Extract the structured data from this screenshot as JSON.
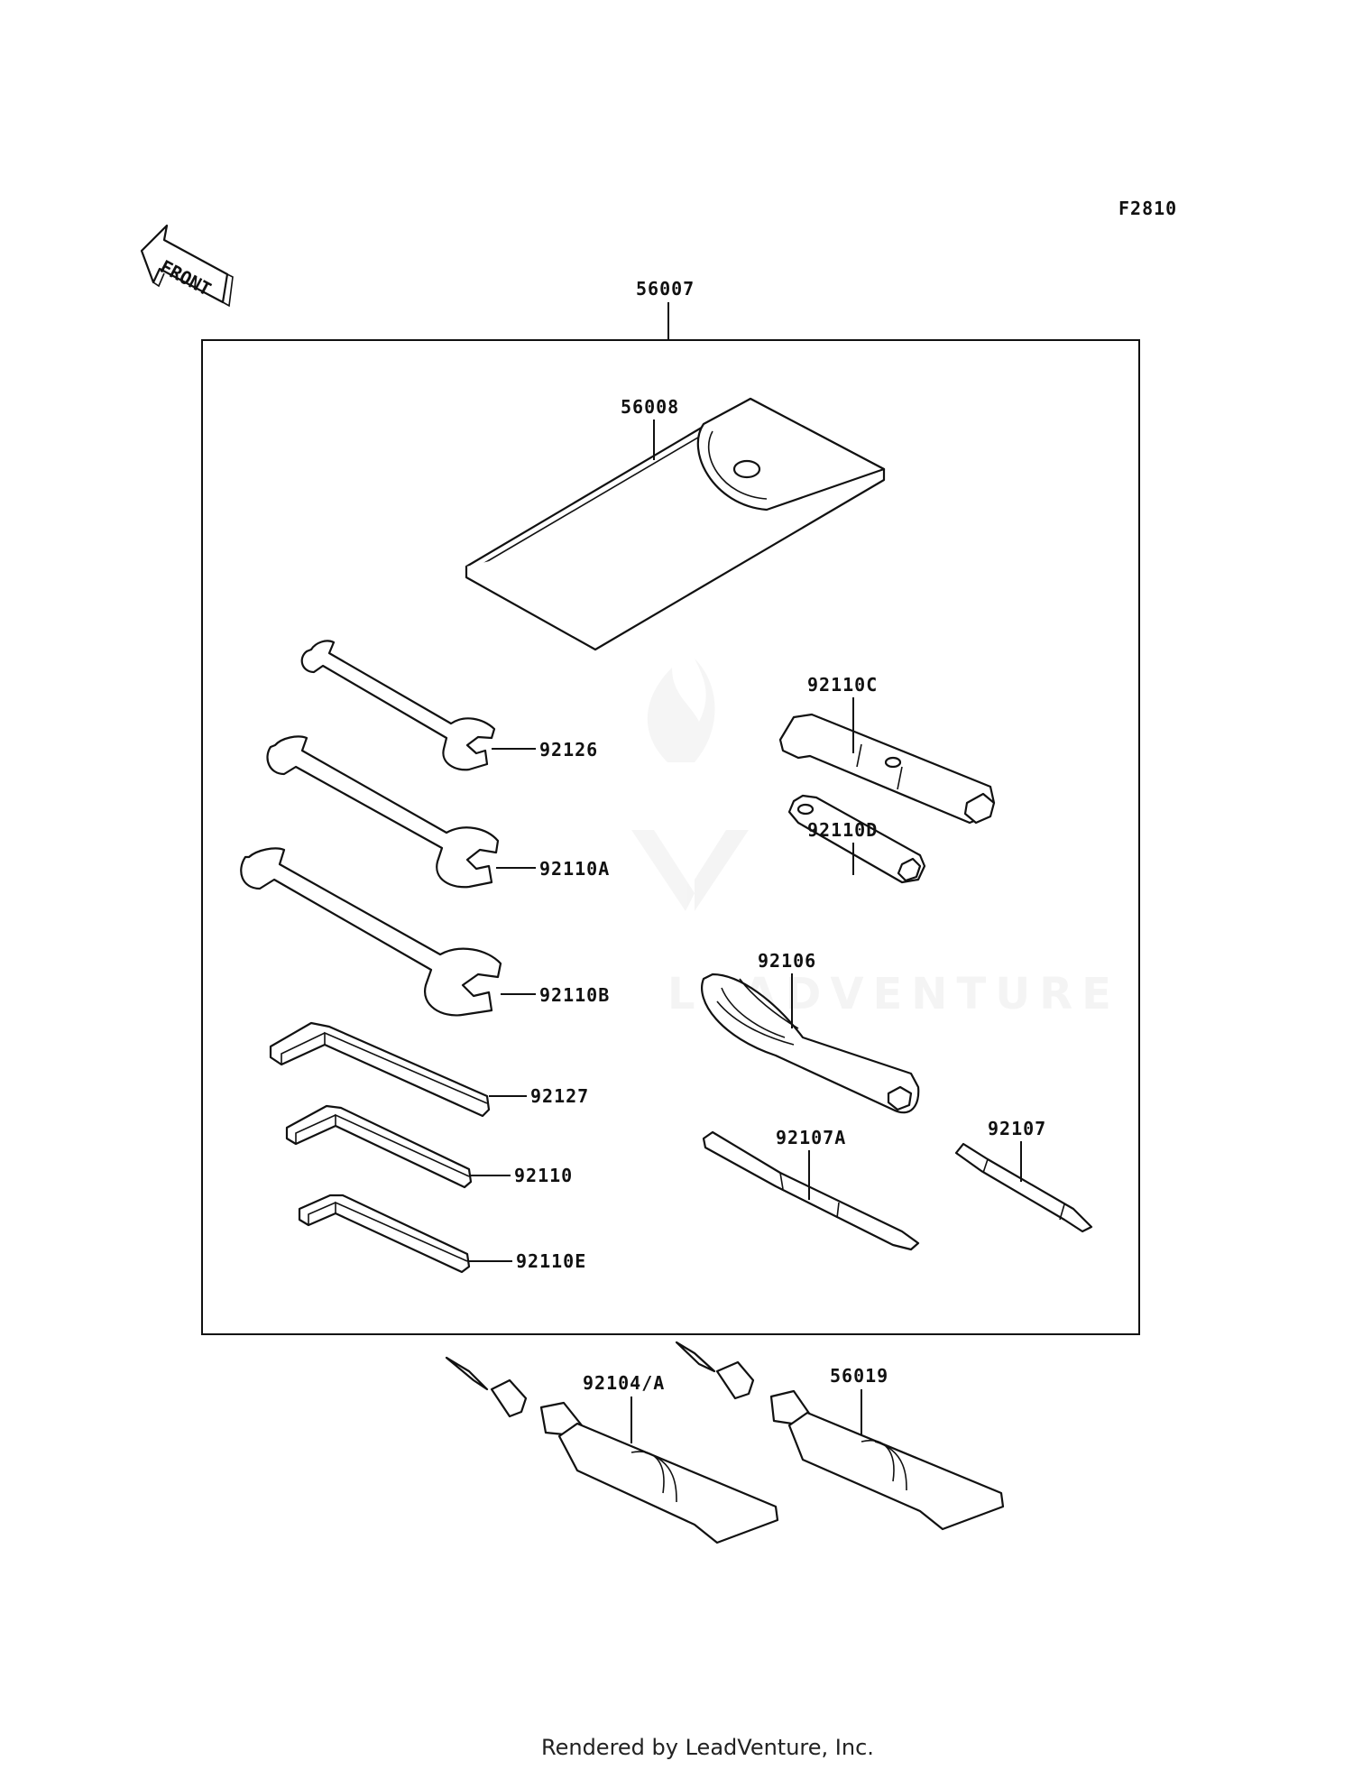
{
  "figure_code": "F2810",
  "front_arrow_label": "FRONT",
  "watermark": "LEADVENTURE",
  "footer": "Rendered by LeadVenture, Inc.",
  "callouts": {
    "kit": "56007",
    "case": "56008",
    "wrench_92126": "92126",
    "wrench_92110A": "92110A",
    "wrench_92110B": "92110B",
    "hex_92127": "92127",
    "hex_92110": "92110",
    "hex_92110E": "92110E",
    "socket_92110C": "92110C",
    "socket_92110D": "92110D",
    "handle_92106": "92106",
    "driver_92107A": "92107A",
    "driver_92107": "92107",
    "tube_92104A": "92104/A",
    "tube_56019": "56019"
  },
  "colors": {
    "line": "#111111",
    "watermark": "#ececec",
    "background": "#ffffff"
  }
}
